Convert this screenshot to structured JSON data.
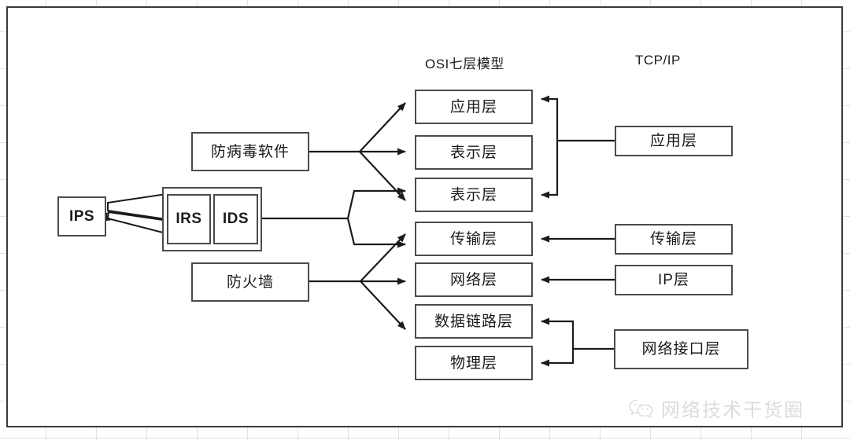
{
  "canvas": {
    "background": "#ffffff",
    "border_color": "#3a3a3a",
    "grid_color": "#e2e2e2"
  },
  "columns": {
    "osi_header": "OSI七层模型",
    "tcpip_header": "TCP/IP"
  },
  "security_devices": [
    {
      "id": "ips",
      "label": "IPS",
      "type": "en"
    },
    {
      "id": "irs",
      "label": "IRS",
      "type": "en"
    },
    {
      "id": "ids",
      "label": "IDS",
      "type": "en"
    },
    {
      "id": "antivirus",
      "label": "防病毒软件",
      "type": "cn"
    },
    {
      "id": "firewall",
      "label": "防火墙",
      "type": "cn"
    }
  ],
  "osi_layers": [
    {
      "id": "osi-application",
      "label": "应用层"
    },
    {
      "id": "osi-presentation-1",
      "label": "表示层"
    },
    {
      "id": "osi-presentation-2",
      "label": "表示层"
    },
    {
      "id": "osi-transport",
      "label": "传输层"
    },
    {
      "id": "osi-network",
      "label": "网络层"
    },
    {
      "id": "osi-datalink",
      "label": "数据链路层"
    },
    {
      "id": "osi-physical",
      "label": "物理层"
    }
  ],
  "tcpip_layers": [
    {
      "id": "tcpip-application",
      "label": "应用层"
    },
    {
      "id": "tcpip-transport",
      "label": "传输层"
    },
    {
      "id": "tcpip-ip",
      "label": "IP层"
    },
    {
      "id": "tcpip-netinterface",
      "label": "网络接口层"
    }
  ],
  "watermark": {
    "text": "网络技术干货圈",
    "icon": "wechat-icon",
    "color": "#8d8d8d"
  },
  "connections": [
    {
      "from": "antivirus",
      "to": "osi-application"
    },
    {
      "from": "antivirus",
      "to": "osi-presentation-1"
    },
    {
      "from": "antivirus",
      "to": "osi-presentation-2"
    },
    {
      "from": "ids",
      "to": "osi-presentation-2"
    },
    {
      "from": "ids",
      "to": "osi-transport"
    },
    {
      "from": "firewall",
      "to": "osi-transport"
    },
    {
      "from": "firewall",
      "to": "osi-network"
    },
    {
      "from": "firewall",
      "to": "osi-datalink"
    },
    {
      "from": "tcpip-application",
      "to": "osi-application"
    },
    {
      "from": "tcpip-application",
      "to": "osi-presentation-2"
    },
    {
      "from": "tcpip-transport",
      "to": "osi-transport"
    },
    {
      "from": "tcpip-ip",
      "to": "osi-network"
    },
    {
      "from": "tcpip-netinterface",
      "to": "osi-datalink"
    },
    {
      "from": "tcpip-netinterface",
      "to": "osi-physical"
    },
    {
      "from": "irs",
      "to": "ips"
    },
    {
      "from": "ids",
      "to": "ips"
    }
  ]
}
